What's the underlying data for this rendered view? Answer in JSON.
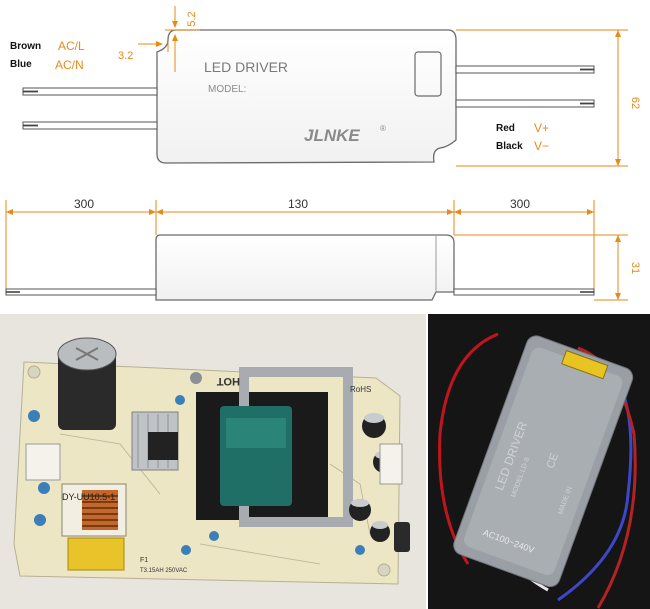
{
  "top_drawing": {
    "dims": {
      "top_gap": "5.2",
      "notch": "3.2",
      "height": "62"
    },
    "label": "LED DRIVER",
    "model_label": "MODEL:",
    "brand": "JLNKE",
    "brand_mark": "®",
    "inputs": [
      {
        "color_name": "Brown",
        "signal": "AC/L"
      },
      {
        "color_name": "Blue",
        "signal": "AC/N"
      }
    ],
    "outputs": [
      {
        "color_name": "Red",
        "signal": "V+"
      },
      {
        "color_name": "Black",
        "signal": "V−"
      }
    ]
  },
  "side_drawing": {
    "dims": {
      "left_wire": "300",
      "body": "130",
      "right_wire": "300",
      "thickness": "31"
    }
  },
  "pcb_photo": {
    "labels": {
      "transformer_code": "DY-UU10.5-1",
      "hot": "HOT",
      "fuse": "F1",
      "fuse_rating": "T3.15AH 250VAC",
      "rohs": "RoHS"
    }
  },
  "housing_photo": {
    "labels": {
      "title": "LED DRIVER",
      "model": "MODEL:LD-8",
      "input": "AC100~240V",
      "made_in": "MADE IN"
    }
  },
  "colors": {
    "dimension": "#e68a1a",
    "outline": "#555555",
    "board": "#e9e5c8",
    "housing": "#9a9fa5"
  }
}
